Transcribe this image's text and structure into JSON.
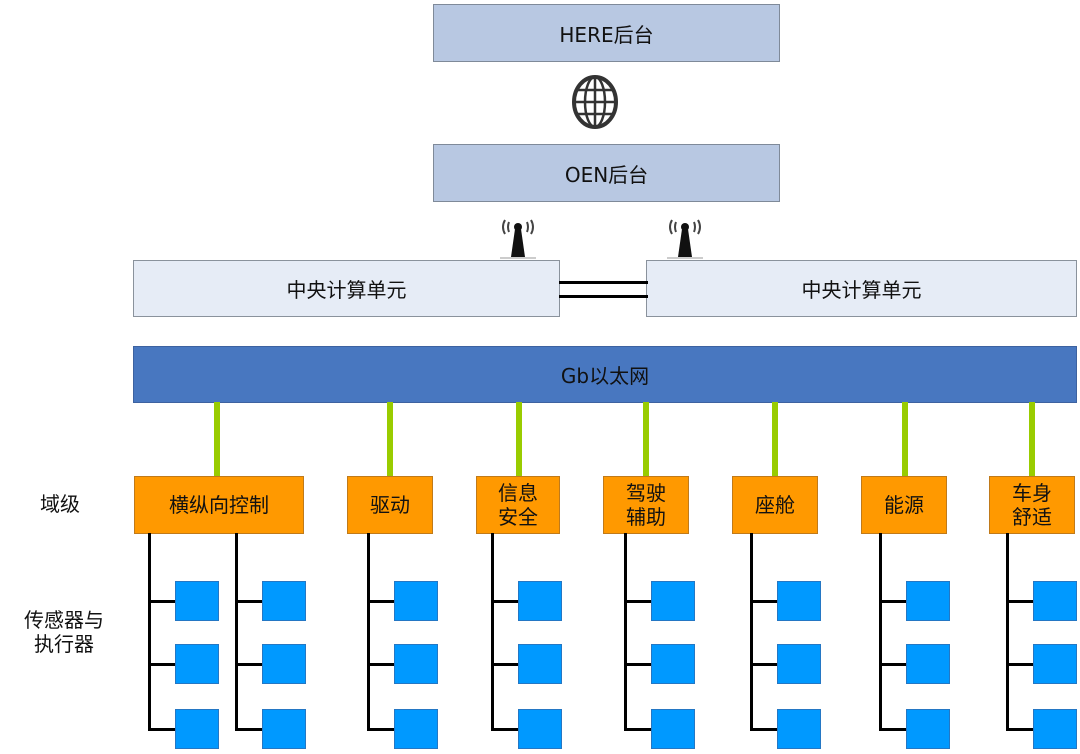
{
  "diagram": {
    "backends": {
      "here": "HERE后台",
      "oen": "OEN后台"
    },
    "central_units": {
      "left": "中央计算单元",
      "right": "中央计算单元"
    },
    "bus": "Gb以太网",
    "row_labels": {
      "domain_level": "域级",
      "sensors_line1": "传感器与",
      "sensors_line2": "执行器"
    },
    "domains": [
      {
        "line1": "横纵向控制",
        "line2": ""
      },
      {
        "line1": "驱动",
        "line2": ""
      },
      {
        "line1": "信息",
        "line2": "安全"
      },
      {
        "line1": "驾驶",
        "line2": "辅助"
      },
      {
        "line1": "座舱",
        "line2": ""
      },
      {
        "line1": "能源",
        "line2": ""
      },
      {
        "line1": "车身",
        "line2": "舒适"
      }
    ],
    "icons": {
      "internet": "globe-icon",
      "wireless": "antenna-icon"
    },
    "colors": {
      "backend": "#b8c8e2",
      "cpu": "#e6ecf6",
      "bus": "#4877c0",
      "domain": "#ff9900",
      "sensor": "#0099ff",
      "link": "#99cc00"
    }
  }
}
